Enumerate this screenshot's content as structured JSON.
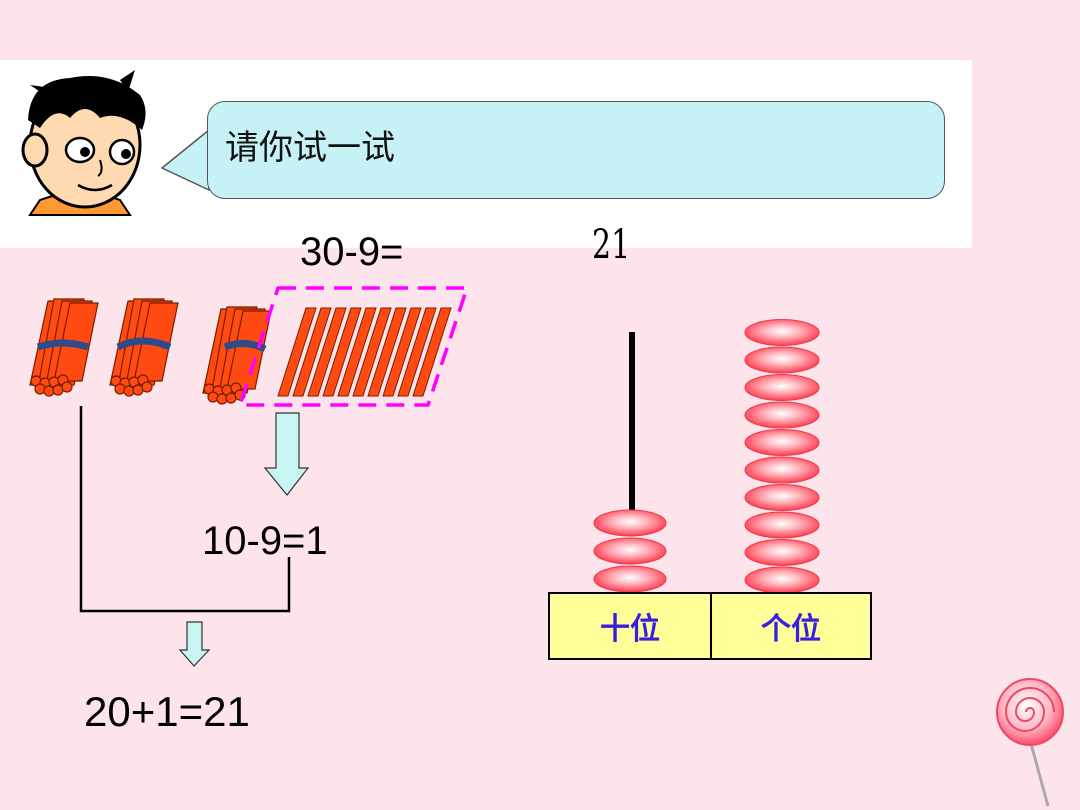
{
  "speech": "请你试一试",
  "equation_main": "30-9=",
  "answer": "21",
  "equation_step1": "10-9=1",
  "equation_step2": "20+1=21",
  "place_labels": {
    "tens": "十位",
    "ones": "个位"
  },
  "abacus": {
    "tens_beads": 3,
    "ones_beads": 10
  },
  "sticks": {
    "bundles": 3,
    "loose": 10
  },
  "colors": {
    "background": "#fde4ea",
    "bubble": "#c6f2f6",
    "stick": "#ff4a12",
    "bead": "#ff6070",
    "label_fill": "#ffff99",
    "label_text": "#3b1fe0",
    "dashed_frame": "#ff00ff",
    "arrow": "#c8f4f2"
  },
  "icons": [
    "boy-face-icon",
    "lollipop-icon"
  ]
}
